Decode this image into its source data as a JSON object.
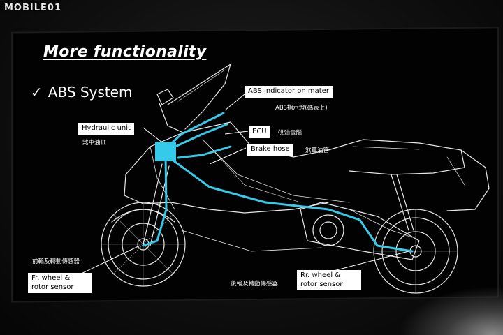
{
  "watermark": "MOBILE01",
  "slide": {
    "title": "More functionality",
    "bullet_check": "✓",
    "bullet_text": "ABS System",
    "labels": {
      "abs_indicator": "ABS indicator on mater",
      "abs_indicator_cn": "ABS指示燈(碼表上)",
      "hydraulic_unit": "Hydraulic unit",
      "hydraulic_unit_cn": "煞車油缸",
      "ecu": "ECU",
      "ecu_cn": "供油電腦",
      "brake_hose": "Brake hose",
      "brake_hose_cn": "煞車油管",
      "fr_wheel_line1": "Fr. wheel &",
      "fr_wheel_line2": "rotor sensor",
      "fr_wheel_cn": "前輪及轉動傳感器",
      "rr_wheel_line1": "Rr. wheel &",
      "rr_wheel_line2": "rotor sensor",
      "rr_wheel_cn": "後輪及轉動傳感器"
    }
  },
  "colors": {
    "hose": "#35c9ea",
    "line_art": "#e8e8e8",
    "background": "#020202"
  }
}
